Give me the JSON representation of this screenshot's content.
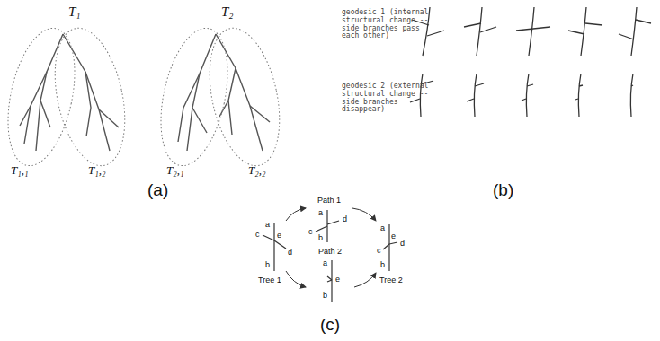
{
  "diagram": {
    "labels": [
      "T₁",
      "T₂",
      "T₁,₁",
      "T₁,₂",
      "T₂,₁",
      "T₂,₂",
      "geodesic 1 (internal structural change -- side branches pass each other)",
      "geodesic 2 (external structural change -- side branches disappear)",
      "(a)",
      "(b)",
      "Path 1",
      "a",
      "c",
      "d",
      "b",
      "a",
      "c",
      "e",
      "d",
      "b",
      "Tree 1",
      "a",
      "c",
      "e",
      "d",
      "b",
      "Tree 2",
      "Path 2",
      "a",
      "e",
      "b",
      "(c)"
    ]
  }
}
